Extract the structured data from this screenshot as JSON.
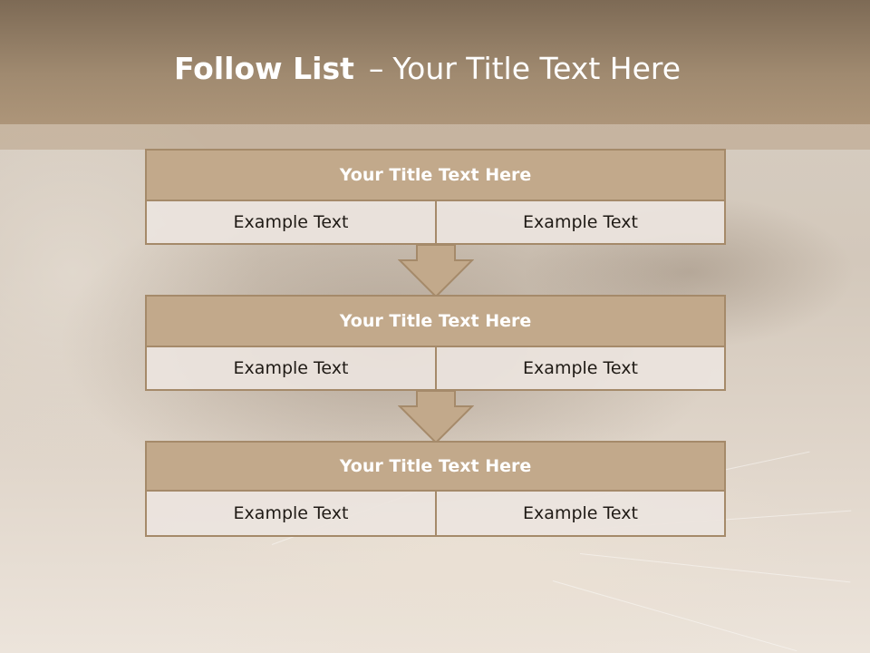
{
  "slide": {
    "title_bold": "Follow List",
    "title_separator": "–",
    "title_rest": "Your Title Text Here"
  },
  "steps": [
    {
      "title": "Your Title Text Here",
      "left_text": "Example Text",
      "right_text": "Example Text"
    },
    {
      "title": "Your Title Text Here",
      "left_text": "Example Text",
      "right_text": "Example Text"
    },
    {
      "title": "Your Title Text Here",
      "left_text": "Example Text",
      "right_text": "Example Text"
    }
  ],
  "colors": {
    "header": "#a08a70",
    "step_title_bg": "#c2a98b",
    "border": "#a58a6a",
    "arrow_fill": "#c2a98b",
    "cell_bg": "#ece4de"
  }
}
